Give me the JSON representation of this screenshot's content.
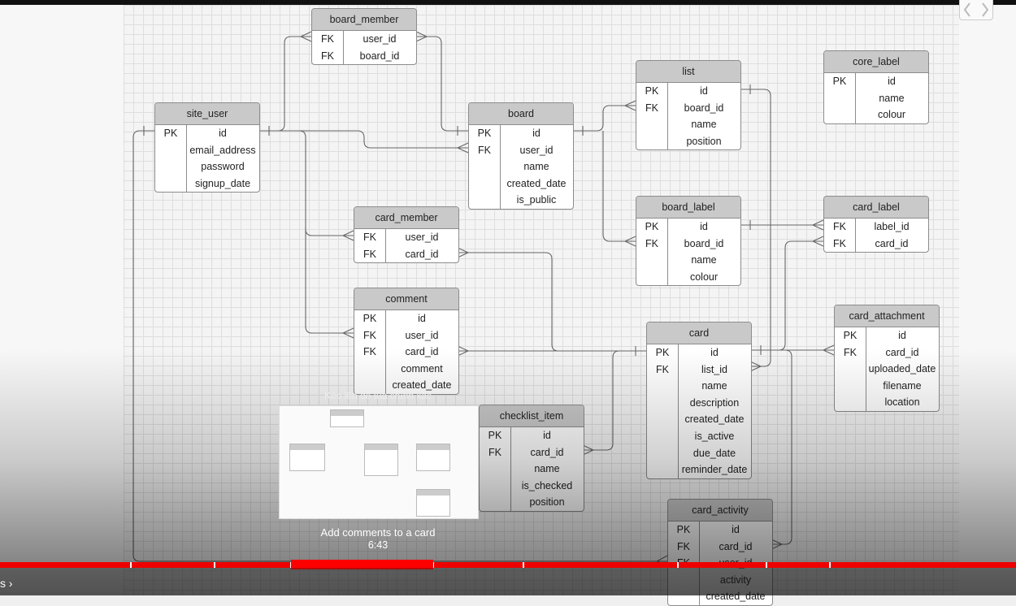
{
  "tables": {
    "board_member": {
      "title": "board_member",
      "rows": [
        [
          "FK",
          "user_id"
        ],
        [
          "FK",
          "board_id"
        ]
      ]
    },
    "site_user": {
      "title": "site_user",
      "rows": [
        [
          "PK",
          "id"
        ],
        [
          "",
          "email_address"
        ],
        [
          "",
          "password"
        ],
        [
          "",
          "signup_date"
        ]
      ]
    },
    "board": {
      "title": "board",
      "rows": [
        [
          "PK",
          "id"
        ],
        [
          "FK",
          "user_id"
        ],
        [
          "",
          "name"
        ],
        [
          "",
          "created_date"
        ],
        [
          "",
          "is_public"
        ]
      ]
    },
    "list": {
      "title": "list",
      "rows": [
        [
          "PK",
          "id"
        ],
        [
          "FK",
          "board_id"
        ],
        [
          "",
          "name"
        ],
        [
          "",
          "position"
        ]
      ]
    },
    "core_label": {
      "title": "core_label",
      "rows": [
        [
          "PK",
          "id"
        ],
        [
          "",
          "name"
        ],
        [
          "",
          "colour"
        ]
      ]
    },
    "card_member": {
      "title": "card_member",
      "rows": [
        [
          "FK",
          "user_id"
        ],
        [
          "FK",
          "card_id"
        ]
      ]
    },
    "board_label": {
      "title": "board_label",
      "rows": [
        [
          "PK",
          "id"
        ],
        [
          "FK",
          "board_id"
        ],
        [
          "",
          "name"
        ],
        [
          "",
          "colour"
        ]
      ]
    },
    "card_label": {
      "title": "card_label",
      "rows": [
        [
          "FK",
          "label_id"
        ],
        [
          "FK",
          "card_id"
        ]
      ]
    },
    "comment": {
      "title": "comment",
      "rows": [
        [
          "PK",
          "id"
        ],
        [
          "FK",
          "user_id"
        ],
        [
          "FK",
          "card_id"
        ],
        [
          "",
          "comment"
        ],
        [
          "",
          "created_date"
        ]
      ]
    },
    "card_attachment": {
      "title": "card_attachment",
      "rows": [
        [
          "PK",
          "id"
        ],
        [
          "FK",
          "card_id"
        ],
        [
          "",
          "uploaded_date"
        ],
        [
          "",
          "filename"
        ],
        [
          "",
          "location"
        ]
      ]
    },
    "card": {
      "title": "card",
      "rows": [
        [
          "PK",
          "id"
        ],
        [
          "FK",
          "list_id"
        ],
        [
          "",
          "name"
        ],
        [
          "",
          "description"
        ],
        [
          "",
          "created_date"
        ],
        [
          "",
          "is_active"
        ],
        [
          "",
          "due_date"
        ],
        [
          "",
          "reminder_date"
        ]
      ]
    },
    "checklist_item": {
      "title": "checklist_item",
      "rows": [
        [
          "PK",
          "id"
        ],
        [
          "FK",
          "card_id"
        ],
        [
          "",
          "name"
        ],
        [
          "",
          "is_checked"
        ],
        [
          "",
          "position"
        ]
      ]
    },
    "card_activity": {
      "title": "card_activity",
      "rows": [
        [
          "PK",
          "id"
        ],
        [
          "FK",
          "card_id"
        ],
        [
          "FK",
          "user_id"
        ],
        [
          "",
          "activity"
        ],
        [
          "",
          "created_date"
        ]
      ]
    }
  },
  "player": {
    "seek_tip": "Kéo lên để tua chính xác",
    "chapter_title": "Add comments to a card",
    "chapter_time": "6:43",
    "chapter_nav": "s ›",
    "played_fraction": 0.4264
  }
}
